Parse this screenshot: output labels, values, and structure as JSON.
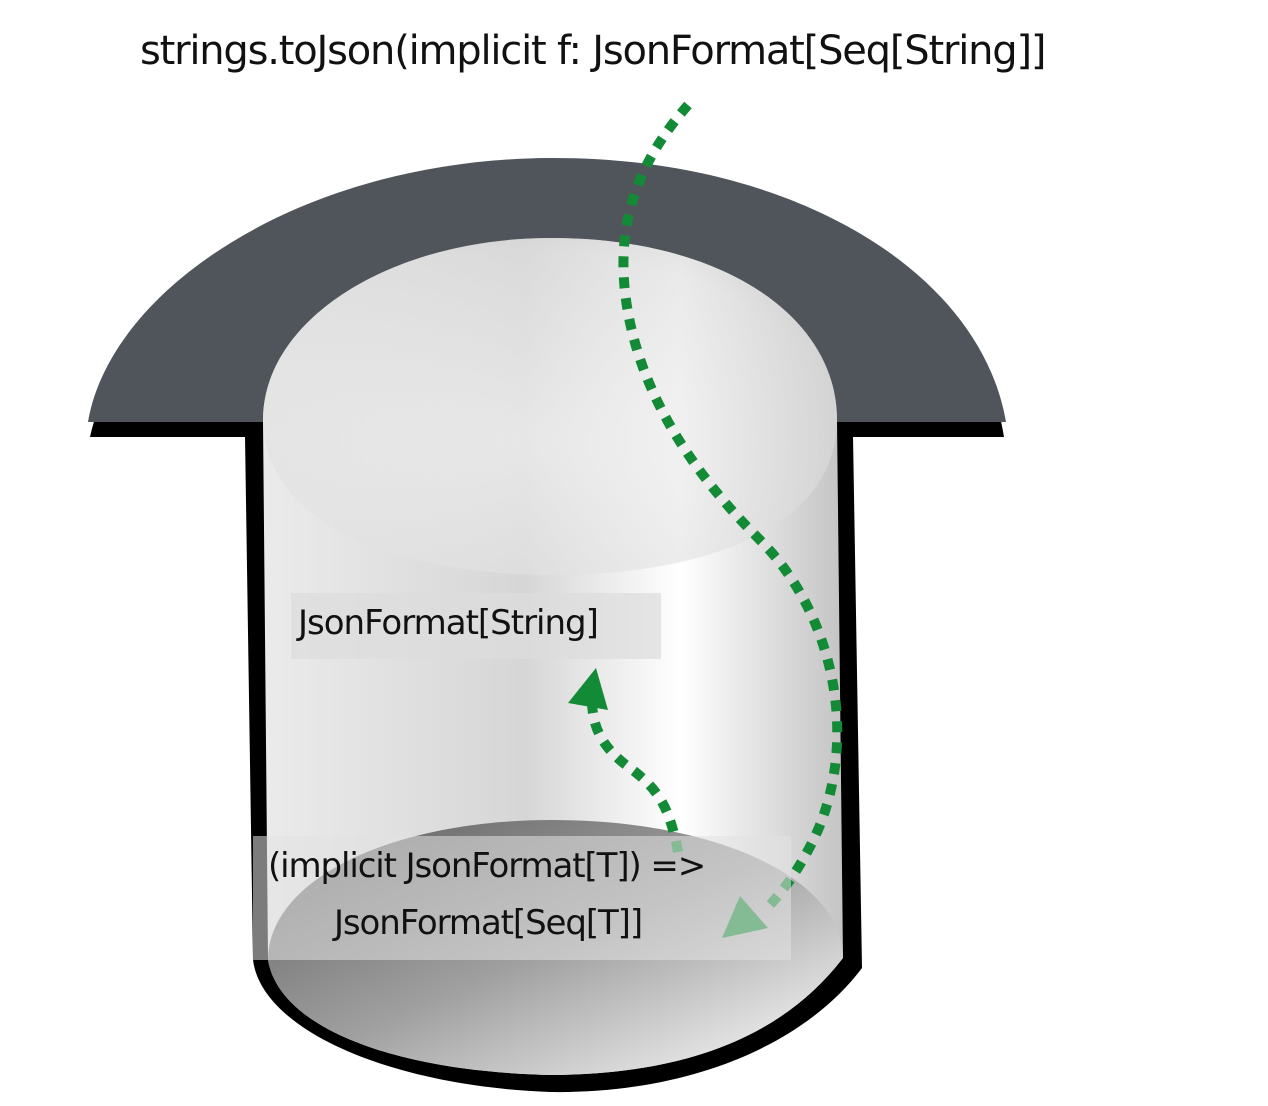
{
  "diagram": {
    "call_signature": "strings.toJson(implicit f: JsonFormat[Seq[String]]",
    "inner_instance": "JsonFormat[String]",
    "derived_instance_line1": "(implicit JsonFormat[T]) =>",
    "derived_instance_line2": "JsonFormat[Seq[T]]"
  },
  "colors": {
    "hat_brim": "#50555c",
    "hat_outline": "#000000",
    "arrow": "#138a36",
    "text": "#111111"
  },
  "icons": {
    "hat": "top-hat-shape",
    "search_arrow": "dotted-arrow",
    "dependency_arrow": "dotted-arrow"
  }
}
